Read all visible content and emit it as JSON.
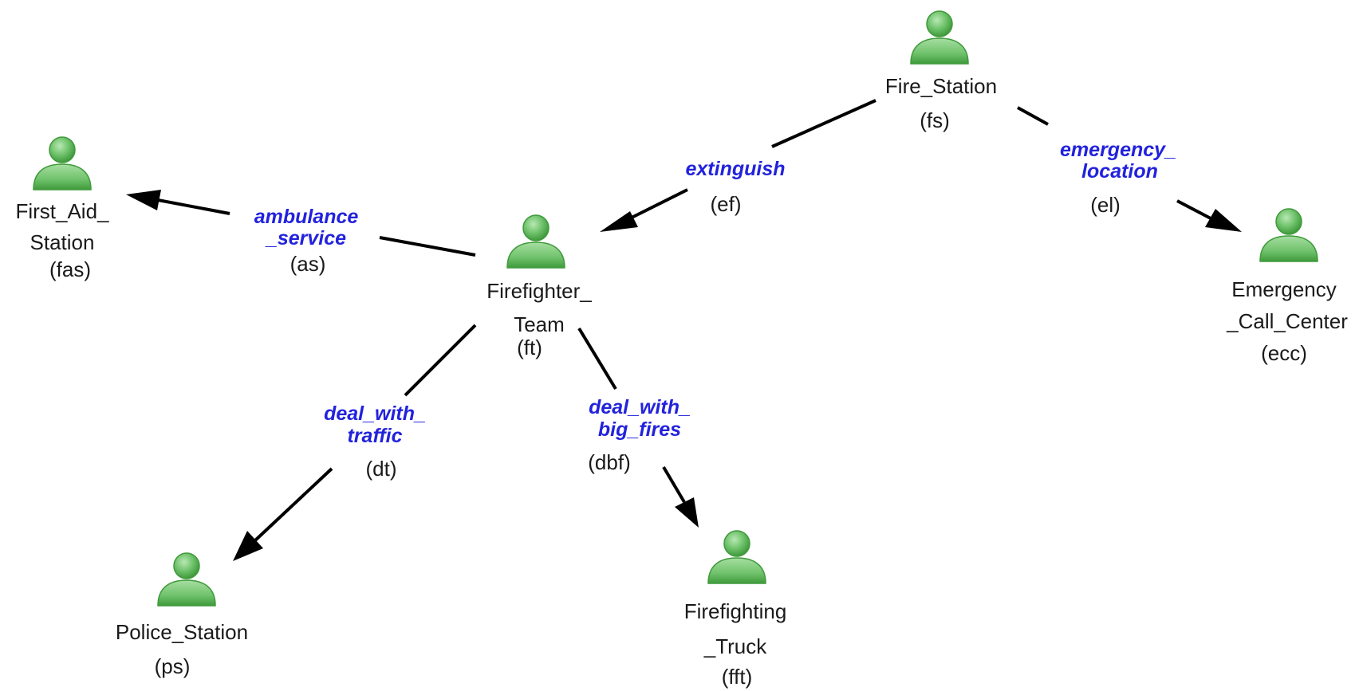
{
  "colors": {
    "agent_fill": "#6fc26b",
    "agent_dark": "#3f9a3b",
    "edge_label": "#2222dd",
    "text": "#1a1a1a"
  },
  "icons": {
    "agent": "person-icon"
  },
  "nodes": {
    "fs": {
      "lines": [
        "Fire_Station",
        "(fs)"
      ]
    },
    "ft": {
      "lines": [
        "Firefighter_",
        "Team",
        "(ft)"
      ]
    },
    "fas": {
      "lines": [
        "First_Aid_",
        "Station",
        "(fas)"
      ]
    },
    "ecc": {
      "lines": [
        "Emergency",
        "_Call_Center",
        "(ecc)"
      ]
    },
    "ps": {
      "lines": [
        "Police_Station",
        "(ps)"
      ]
    },
    "fft": {
      "lines": [
        "Firefighting",
        "_Truck",
        "(fft)"
      ]
    }
  },
  "edges": {
    "ef": {
      "lines": [
        "extinguish"
      ],
      "abbr": "(ef)",
      "from": "fs",
      "to": "ft"
    },
    "el": {
      "lines": [
        "emergency_",
        "location"
      ],
      "abbr": "(el)",
      "from": "fs",
      "to": "ecc"
    },
    "as": {
      "lines": [
        "ambulance",
        "_service"
      ],
      "abbr": "(as)",
      "from": "ft",
      "to": "fas"
    },
    "dt": {
      "lines": [
        "deal_with_",
        "traffic"
      ],
      "abbr": "(dt)",
      "from": "ft",
      "to": "ps"
    },
    "dbf": {
      "lines": [
        "deal_with_",
        "big_fires"
      ],
      "abbr": "(dbf)",
      "from": "ft",
      "to": "fft"
    }
  }
}
